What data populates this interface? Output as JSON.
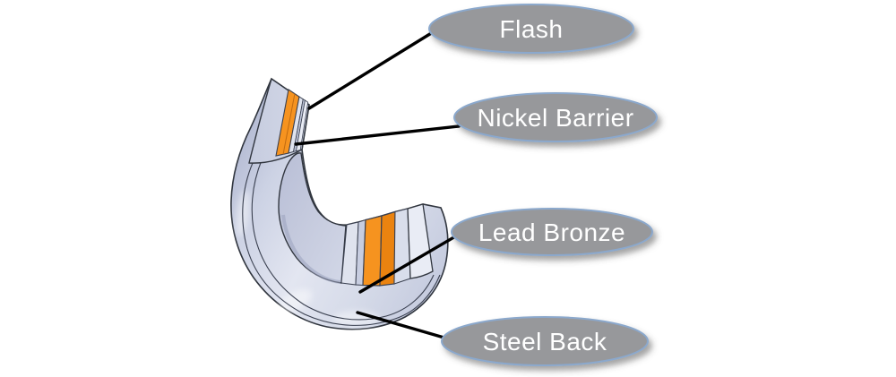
{
  "diagram": {
    "callouts": [
      {
        "id": "flash",
        "label": "Flash"
      },
      {
        "id": "nickel-barrier",
        "label": "Nickel Barrier"
      },
      {
        "id": "lead-bronze",
        "label": "Lead Bronze"
      },
      {
        "id": "steel-back",
        "label": "Steel Back"
      }
    ]
  },
  "colors": {
    "background": "#ffffff",
    "callout_fill": "#97989b",
    "callout_border": "#8ba8cc",
    "callout_text": "#ffffff",
    "leader_line": "#000000",
    "layer_orange": "#f6931f",
    "layer_orange_shaded": "#ea8310",
    "bearing_body_light": "#e3e6f1",
    "bearing_body_mid": "#ccd2e4",
    "bearing_body_dark": "#aeb5cf",
    "bearing_outline": "#31363f"
  }
}
